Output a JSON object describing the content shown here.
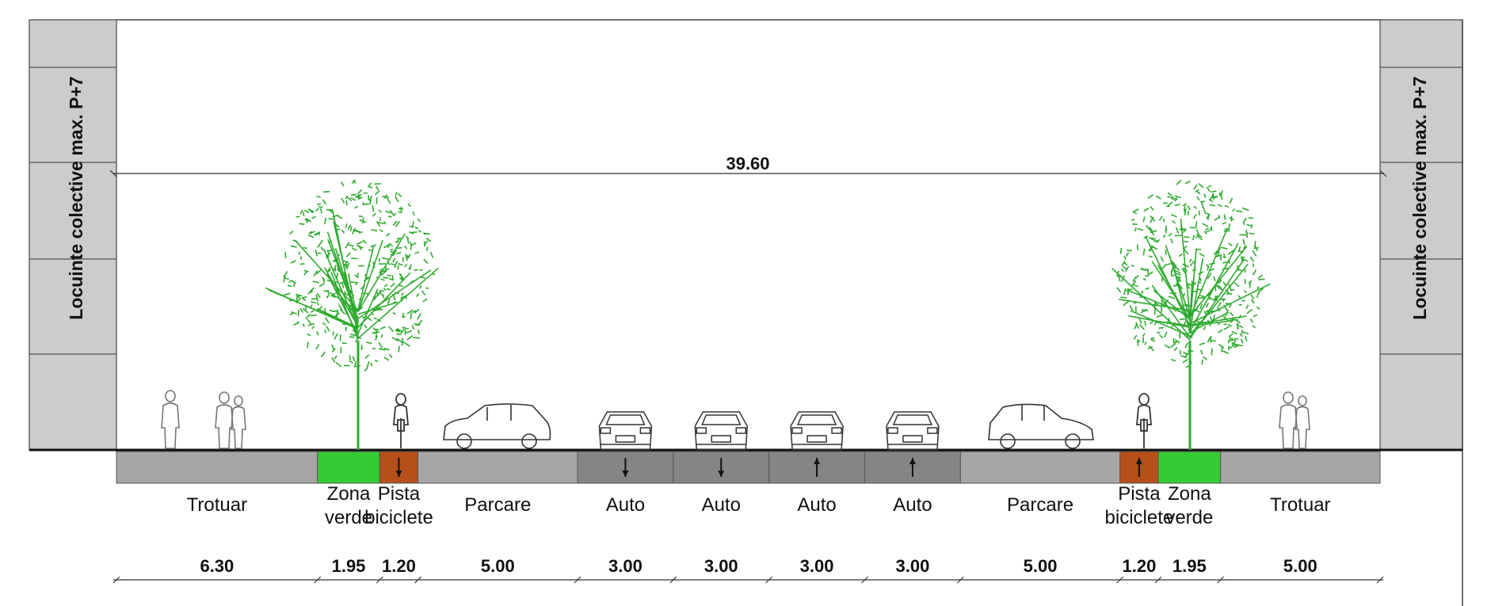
{
  "overall_width_label": "39.60",
  "building_left_label": "Locuinte colective max. P+7",
  "building_right_label": "Locuinte colective max. P+7",
  "colors": {
    "sidewalk": "#a6a6a6",
    "green_zone": "#33cc33",
    "bike_lane": "#b5501a",
    "parking": "#a6a6a6",
    "traffic_lane": "#858585",
    "building": "#cccccc",
    "tree": "#2eaa2e"
  },
  "segments": [
    {
      "id": "trotuar-left",
      "type": "sidewalk",
      "label_lines": [
        "Trotuar"
      ],
      "width_label": "6.30",
      "width_m": 6.3
    },
    {
      "id": "zona-verde-left",
      "type": "green_zone",
      "label_lines": [
        "Zona",
        "verde"
      ],
      "width_label": "1.95",
      "width_m": 1.95
    },
    {
      "id": "pista-left",
      "type": "bike_lane",
      "label_lines": [
        "Pista",
        "biciclete"
      ],
      "width_label": "1.20",
      "width_m": 1.2,
      "arrow": "down"
    },
    {
      "id": "parcare-left",
      "type": "parking",
      "label_lines": [
        "Parcare"
      ],
      "width_label": "5.00",
      "width_m": 5.0
    },
    {
      "id": "auto-1",
      "type": "traffic_lane",
      "label_lines": [
        "Auto"
      ],
      "width_label": "3.00",
      "width_m": 3.0,
      "arrow": "down"
    },
    {
      "id": "auto-2",
      "type": "traffic_lane",
      "label_lines": [
        "Auto"
      ],
      "width_label": "3.00",
      "width_m": 3.0,
      "arrow": "down"
    },
    {
      "id": "auto-3",
      "type": "traffic_lane",
      "label_lines": [
        "Auto"
      ],
      "width_label": "3.00",
      "width_m": 3.0,
      "arrow": "up"
    },
    {
      "id": "auto-4",
      "type": "traffic_lane",
      "label_lines": [
        "Auto"
      ],
      "width_label": "3.00",
      "width_m": 3.0,
      "arrow": "up"
    },
    {
      "id": "parcare-right",
      "type": "parking",
      "label_lines": [
        "Parcare"
      ],
      "width_label": "5.00",
      "width_m": 5.0
    },
    {
      "id": "pista-right",
      "type": "bike_lane",
      "label_lines": [
        "Pista",
        "biciclete"
      ],
      "width_label": "1.20",
      "width_m": 1.2,
      "arrow": "up"
    },
    {
      "id": "zona-verde-right",
      "type": "green_zone",
      "label_lines": [
        "Zona",
        "verde"
      ],
      "width_label": "1.95",
      "width_m": 1.95
    },
    {
      "id": "trotuar-right",
      "type": "sidewalk",
      "label_lines": [
        "Trotuar"
      ],
      "width_label": "5.00",
      "width_m": 5.0
    }
  ]
}
